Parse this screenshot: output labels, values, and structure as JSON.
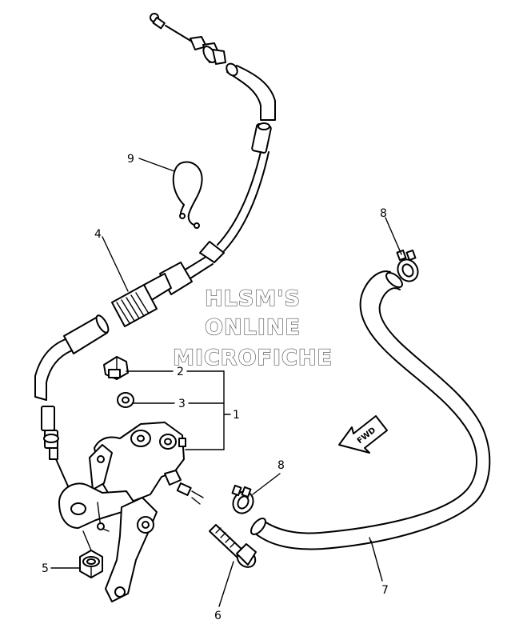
{
  "callouts": {
    "c1": "1",
    "c2": "2",
    "c3": "3",
    "c4": "4",
    "c5": "5",
    "c6": "6",
    "c7": "7",
    "c8a": "8",
    "c8b": "8",
    "c9": "9"
  },
  "watermark": {
    "line1": "HLSM'S",
    "line2": "ONLINE",
    "line3": "MICROFICHE"
  },
  "direction_arrow": {
    "label": "FWD"
  }
}
